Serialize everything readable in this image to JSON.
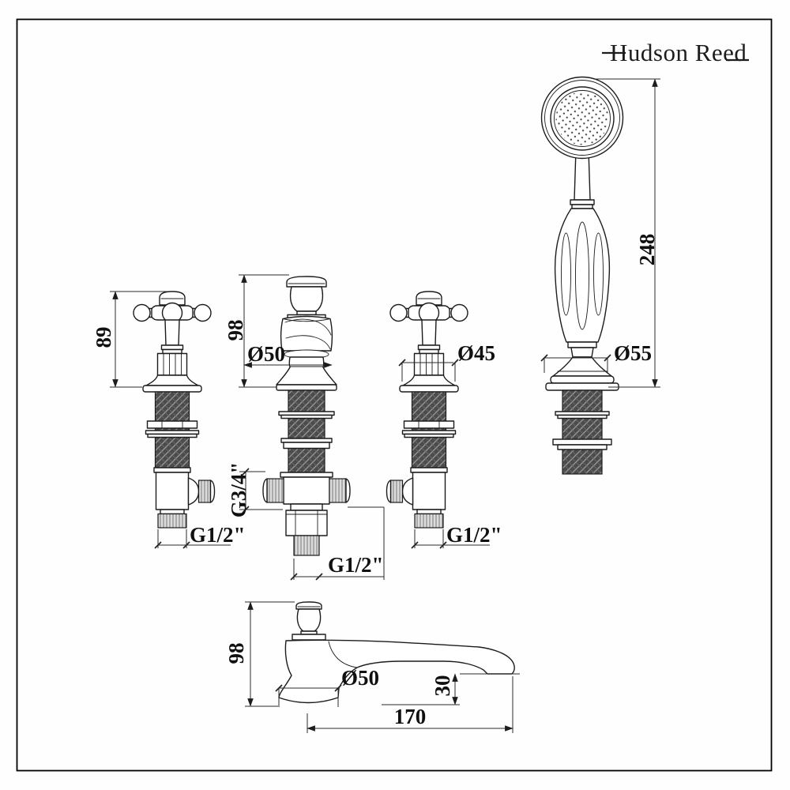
{
  "brand": {
    "name": "Hudson Reed"
  },
  "labels": {
    "valve_left_height": "89",
    "diverter_height": "98",
    "diverter_diameter": "Ø50",
    "valve_right_diameter": "Ø45",
    "handset_base_diameter": "Ø55",
    "handset_height": "248",
    "diverter_side_thread": "G3/4\"",
    "valve_left_thread": "G1/2\"",
    "diverter_bottom_thread": "G1/2\"",
    "valve_right_thread": "G1/2\"",
    "spout_height": "98",
    "spout_base_diameter": "Ø50",
    "spout_outlet_drop": "30",
    "spout_length": "170"
  },
  "colors": {
    "line": "#1c1c1c",
    "background": "#fefefe"
  }
}
